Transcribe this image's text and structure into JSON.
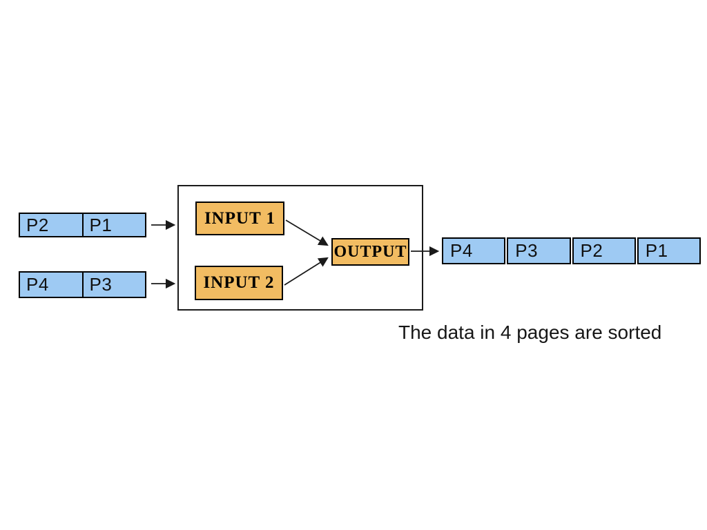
{
  "caption": "The data in 4 pages are sorted",
  "colors": {
    "page_bg": "#ffffff",
    "run_fill": "#9ECAF3",
    "io_fill": "#F2BC62",
    "border": "#000000"
  },
  "input_runs": [
    {
      "cells": [
        "P2",
        "P1"
      ]
    },
    {
      "cells": [
        "P4",
        "P3"
      ]
    }
  ],
  "merge_unit": {
    "input1_label": "INPUT 1",
    "input2_label": "INPUT 2",
    "output_label": "OUTPUT"
  },
  "output_run": {
    "cells": [
      "P4",
      "P3",
      "P2",
      "P1"
    ]
  }
}
